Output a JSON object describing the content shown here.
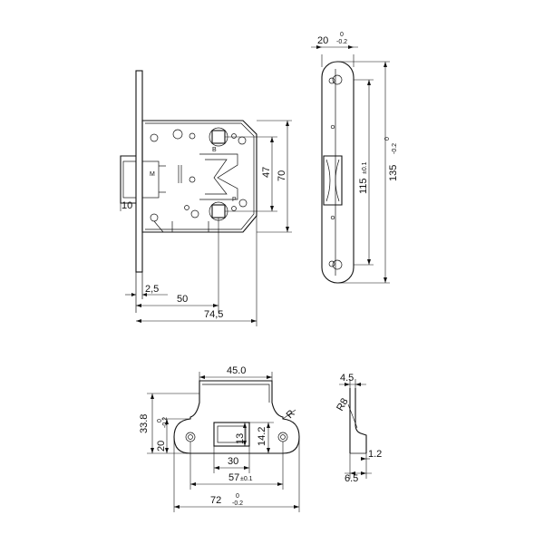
{
  "lock_body": {
    "dims": {
      "d_10": "10",
      "d_2_5": "2,5",
      "d_50": "50",
      "d_74_5": "74,5",
      "d_47": "47",
      "d_70": "70"
    },
    "marks": {
      "mark_m": "M",
      "mark_b": "B",
      "mark_p": "P"
    }
  },
  "face_plate": {
    "d_20": {
      "main": "20",
      "tol_upper": "0",
      "tol_lower": "-0.2"
    },
    "d_115": {
      "main": "115",
      "tol": "±0.1"
    },
    "d_135": {
      "main": "135",
      "tol_upper": "0",
      "tol_lower": "-0.2"
    }
  },
  "strike_plate": {
    "d_45": "45.0",
    "d_33_8": "33.8",
    "d_20": {
      "main": "20",
      "tol_upper": "0",
      "tol_lower": "-0.2"
    },
    "d_13": "13",
    "d_14_2": "14.2",
    "d_30": "30",
    "d_57": {
      "main": "57",
      "tol": "±0.1"
    },
    "d_72": {
      "main": "72",
      "tol_upper": "0",
      "tol_lower": "-0.2"
    },
    "radius": "R"
  },
  "strike_side": {
    "d_4_5": "4.5",
    "d_r8": "R8",
    "d_1_2": "1.2",
    "d_6_5": "6.5"
  }
}
